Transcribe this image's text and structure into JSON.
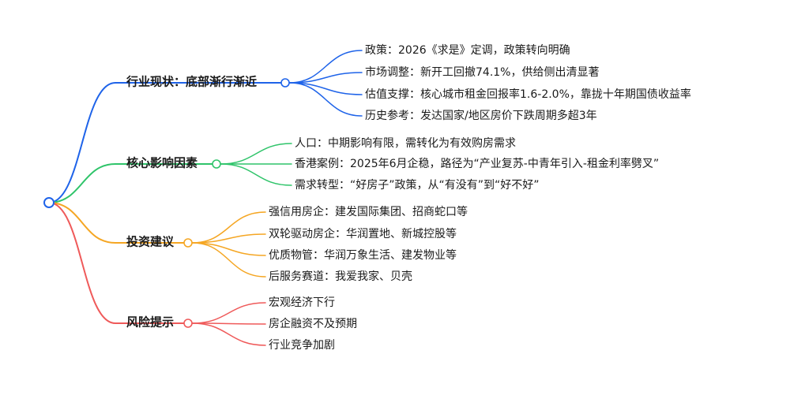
{
  "root": {
    "color": "#1e63e9"
  },
  "branches": [
    {
      "label": "行业现状：底部渐行渐近",
      "color": "#1e63e9",
      "leaves": [
        "政策：2026《求是》定调，政策转向明确",
        "市场调整：新开工回撤74.1%，供给侧出清显著",
        "估值支撑：核心城市租金回报率1.6-2.0%，靠拢十年期国债收益率",
        "历史参考：发达国家/地区房价下跌周期多超3年"
      ]
    },
    {
      "label": "核心影响因素",
      "color": "#2fc46a",
      "leaves": [
        "人口：中期影响有限，需转化为有效购房需求",
        "香港案例：2025年6月企稳，路径为“产业复苏-中青年引入-租金利率劈叉”",
        "需求转型：“好房子”政策，从“有没有”到“好不好”"
      ]
    },
    {
      "label": "投资建议",
      "color": "#f5a623",
      "leaves": [
        "强信用房企：建发国际集团、招商蛇口等",
        "双轮驱动房企：华润置地、新城控股等",
        "优质物管：华润万象生活、建发物业等",
        "后服务赛道：我爱我家、贝壳"
      ]
    },
    {
      "label": "风险提示",
      "color": "#ef5a5a",
      "leaves": [
        "宏观经济下行",
        "房企融资不及预期",
        "行业竞争加剧"
      ]
    }
  ]
}
